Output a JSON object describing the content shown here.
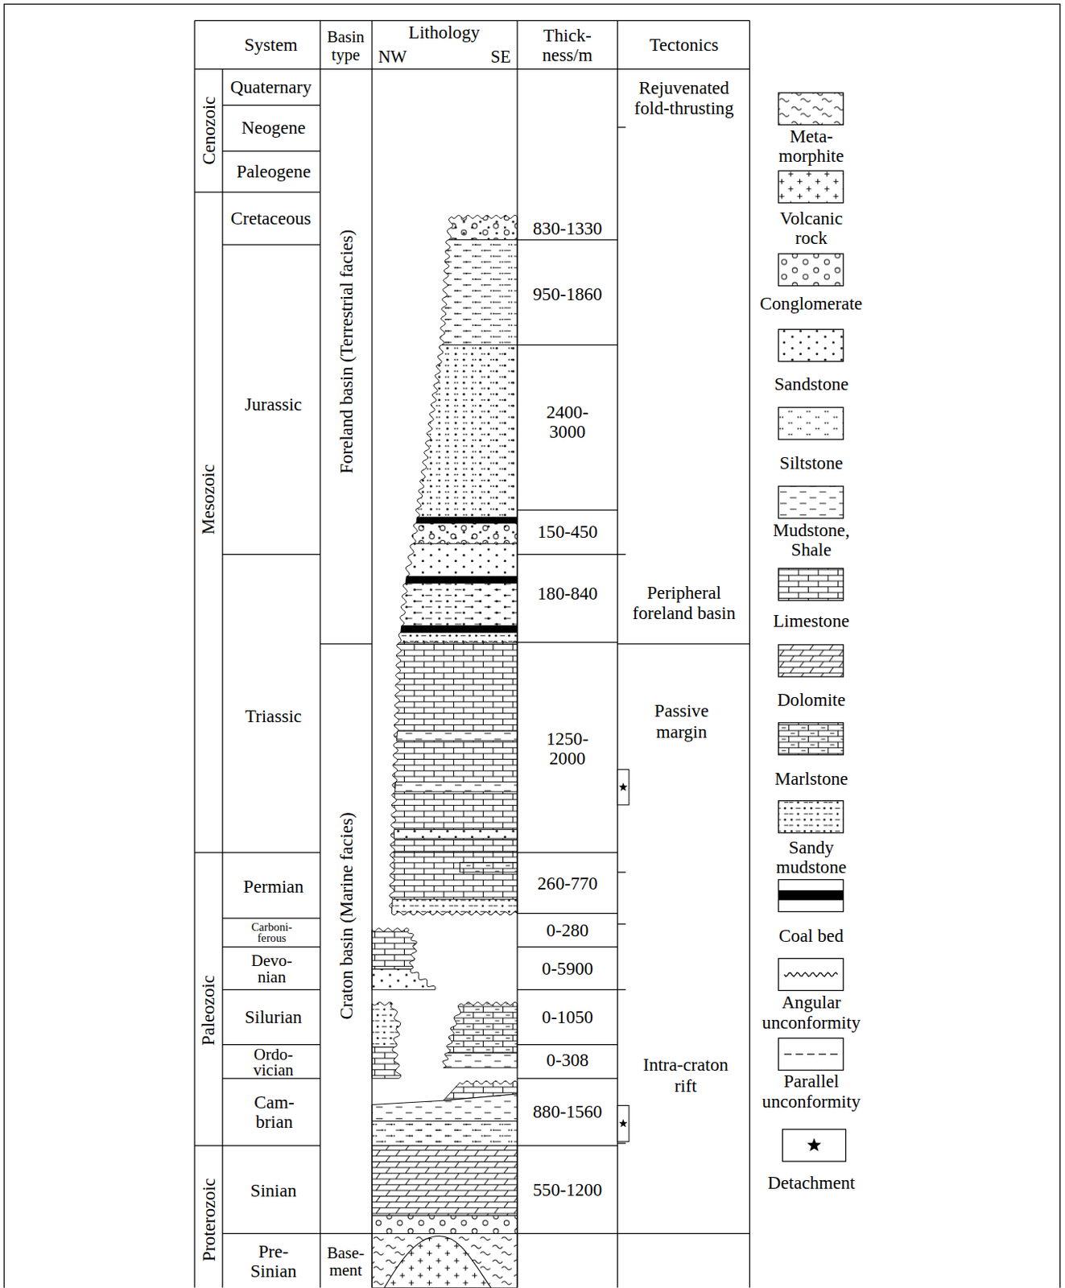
{
  "diagram": {
    "labels": [
      "System",
      "Basin type",
      "Lithology",
      "NW",
      "SE",
      "Thick- ness/m",
      "Tectonics",
      "Cenozoic",
      "Mesozoic",
      "Paleozoic",
      "Proterozoic",
      "Quaternary",
      "Neogene",
      "Paleogene",
      "Cretaceous",
      "Jurassic",
      "Triassic",
      "Permian",
      "Carboni- ferous",
      "Devo- nian",
      "Silurian",
      "Ordo- vician",
      "Cam- brian",
      "Sinian",
      "Pre- Sinian",
      "Foreland basin (Terrestrial facies)",
      "Craton basin (Marine facies)",
      "Base- ment",
      "830-1330",
      "950-1860",
      "2400- 3000",
      "150-450",
      "180-840",
      "1250- 2000",
      "260-770",
      "0-280",
      "0-5900",
      "0-1050",
      "0-308",
      "880-1560",
      "550-1200",
      "Rejuvenated fold-thrusting",
      "Peripheral foreland basin",
      "Passive margin",
      "Intra-craton rift"
    ],
    "legend": [
      {
        "text": "Meta- morphite"
      },
      {
        "text": "Volcanic rock"
      },
      {
        "text": "Conglomerate"
      },
      {
        "text": "Sandstone"
      },
      {
        "text": "Siltstone"
      },
      {
        "text": "Mudstone, Shale"
      },
      {
        "text": "Limestone"
      },
      {
        "text": "Dolomite"
      },
      {
        "text": "Marlstone"
      },
      {
        "text": "Sandy mudstone"
      },
      {
        "text": "Coal bed"
      },
      {
        "text": "Angular unconformity"
      },
      {
        "text": "Parallel unconformity"
      },
      {
        "text": "Detachment"
      }
    ]
  }
}
